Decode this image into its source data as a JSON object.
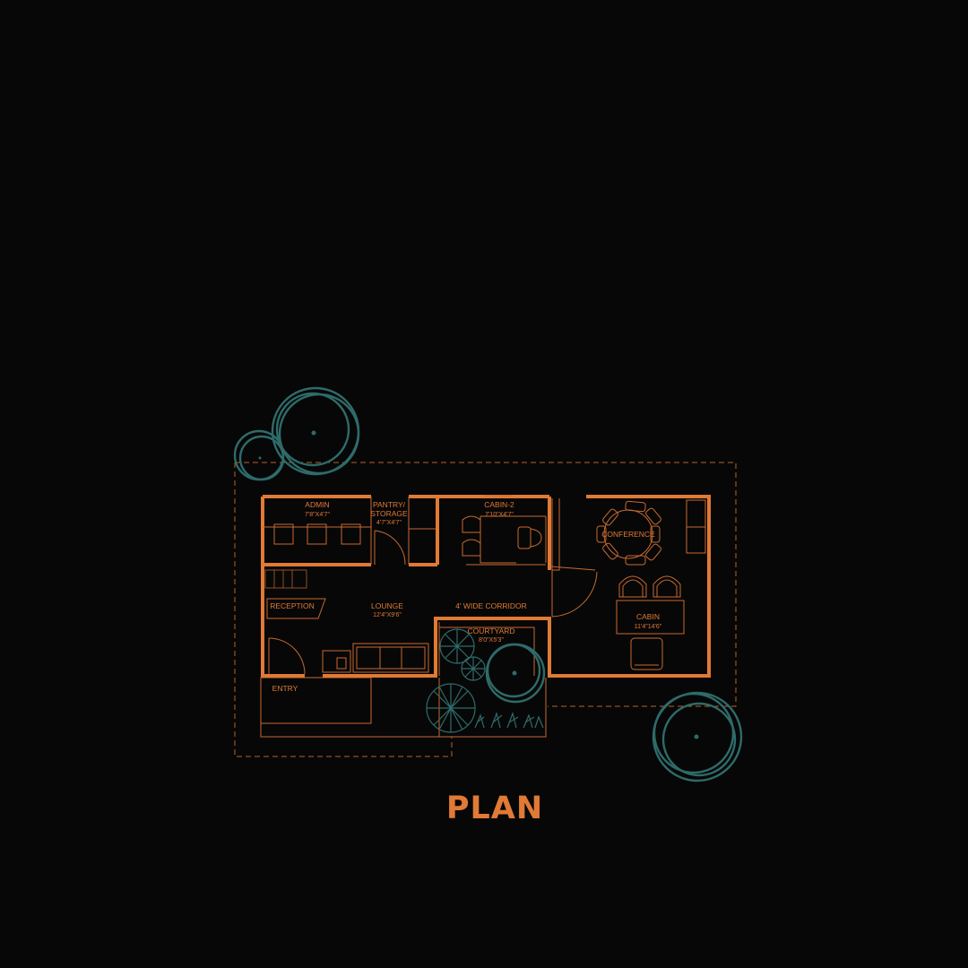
{
  "title": "PLAN",
  "colors": {
    "background": "#070707",
    "wall": "#e07a35",
    "line": "#c86a30",
    "tree": "#2e6b6a"
  },
  "rooms": {
    "admin": {
      "label": "ADMIN",
      "dim": "7'8\"X4'7\""
    },
    "pantry": {
      "label": "PANTRY/",
      "label2": "STORAGE",
      "dim": "4'7\"X4'7\""
    },
    "cabin2": {
      "label": "CABIN-2",
      "dim": "7'10\"X4'7\""
    },
    "conference": {
      "label": "CONFERENCE"
    },
    "reception": {
      "label": "RECEPTION"
    },
    "lounge": {
      "label": "LOUNGE",
      "dim": "12'4\"X9'6\""
    },
    "corridor": {
      "label": "4' WIDE CORRIDOR"
    },
    "courtyard": {
      "label": "COURTYARD",
      "dim": "8'0\"X5'3\""
    },
    "cabin": {
      "label": "CABIN",
      "dim": "11'4\"14'6\""
    },
    "entry": {
      "label": "ENTRY"
    }
  }
}
